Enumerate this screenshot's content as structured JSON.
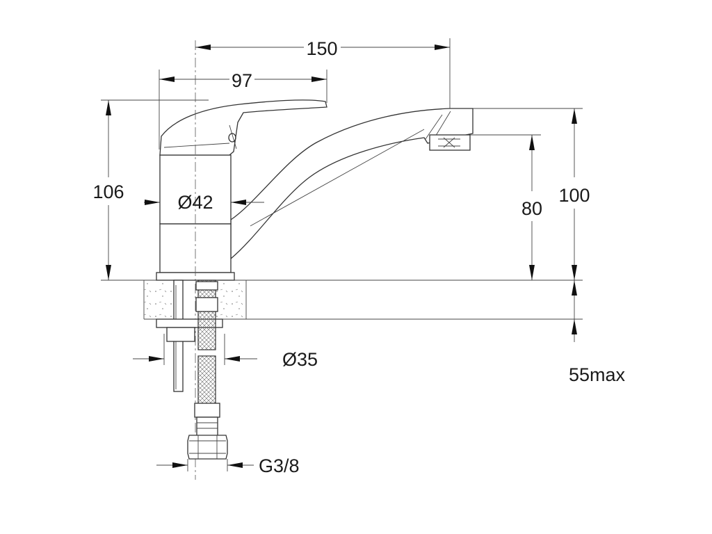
{
  "colors": {
    "line": "#333333",
    "text": "#1a1a1a",
    "background": "#ffffff"
  },
  "dimensions": {
    "overall_length": "150",
    "lever_length": "97",
    "total_height": "106",
    "body_diameter": "Ø42",
    "spout_height": "80",
    "spout_top_height": "100",
    "mount_diameter": "Ø35",
    "max_counter_thickness": "55max",
    "thread": "G3/8"
  }
}
